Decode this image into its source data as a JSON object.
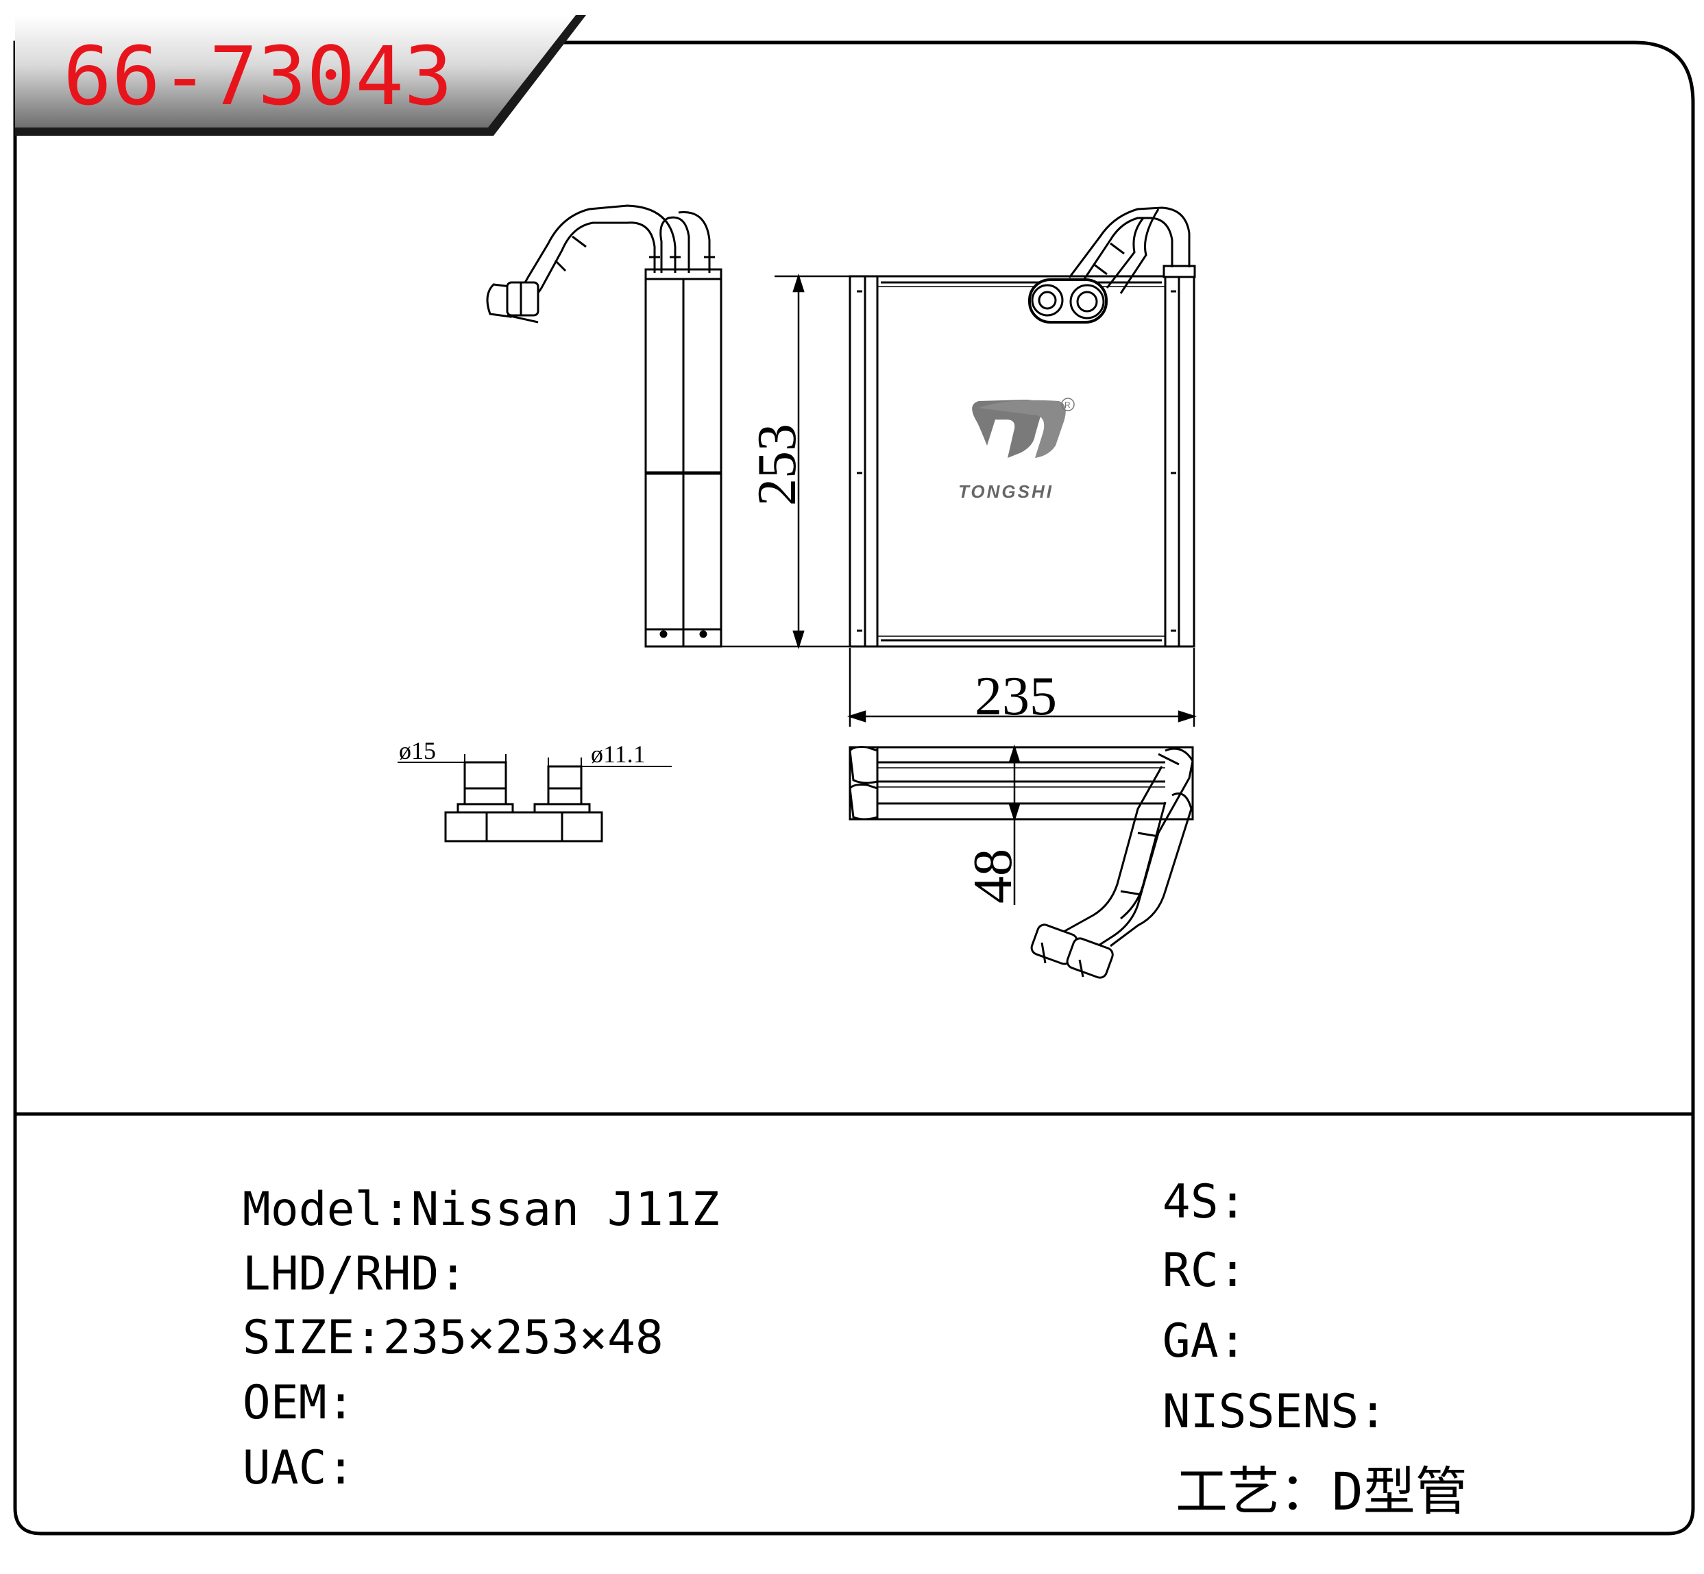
{
  "header": {
    "part_number": "66-73043"
  },
  "logo": {
    "brand": "TONGSHI",
    "registered_mark": "R"
  },
  "dimensions": {
    "height": "253",
    "width": "235",
    "depth": "48",
    "inlet_diameter": "ø15",
    "outlet_diameter": "ø11.1"
  },
  "specs_left": [
    {
      "label": "Model:",
      "value": "Nissan J11Z"
    },
    {
      "label": "LHD/RHD:",
      "value": ""
    },
    {
      "label": "SIZE:",
      "value": "235×253×48"
    },
    {
      "label": "OEM:",
      "value": ""
    },
    {
      "label": "UAC:",
      "value": ""
    }
  ],
  "specs_right": [
    {
      "label": "4S:",
      "value": ""
    },
    {
      "label": "RC:",
      "value": ""
    },
    {
      "label": "GA:",
      "value": ""
    },
    {
      "label": "NISSENS:",
      "value": ""
    },
    {
      "label": "工艺：",
      "value": "D型管"
    }
  ],
  "colors": {
    "title_red": "#e8141b",
    "line": "#000000",
    "logo_gray": "#777777"
  }
}
